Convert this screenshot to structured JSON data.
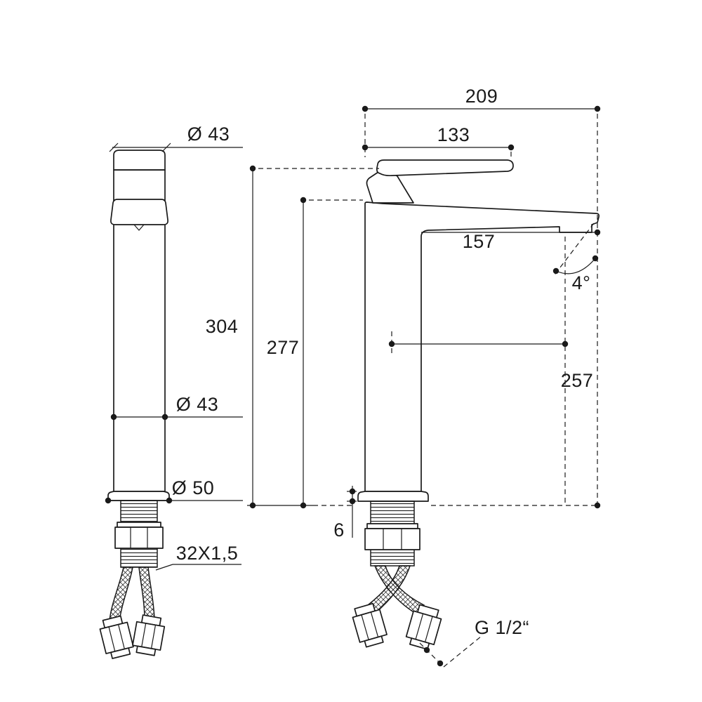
{
  "drawing": {
    "type": "faucet-technical-drawing",
    "views": [
      "front-view",
      "side-view"
    ],
    "colors": {
      "ink": "#1a1a1a",
      "background": "#ffffff"
    }
  },
  "dimensions": {
    "cap_diameter": "Ø 43",
    "overall_depth": "209",
    "handle_length": "133",
    "spout_reach": "157",
    "spout_angle": "4°",
    "overall_height": "304",
    "body_height": "277",
    "outlet_height": "257",
    "body_diameter": "Ø 43",
    "base_diameter": "Ø 50",
    "base_plate_height": "6",
    "mounting_thread": "32X1,5",
    "hose_thread": "G 1/2“"
  }
}
